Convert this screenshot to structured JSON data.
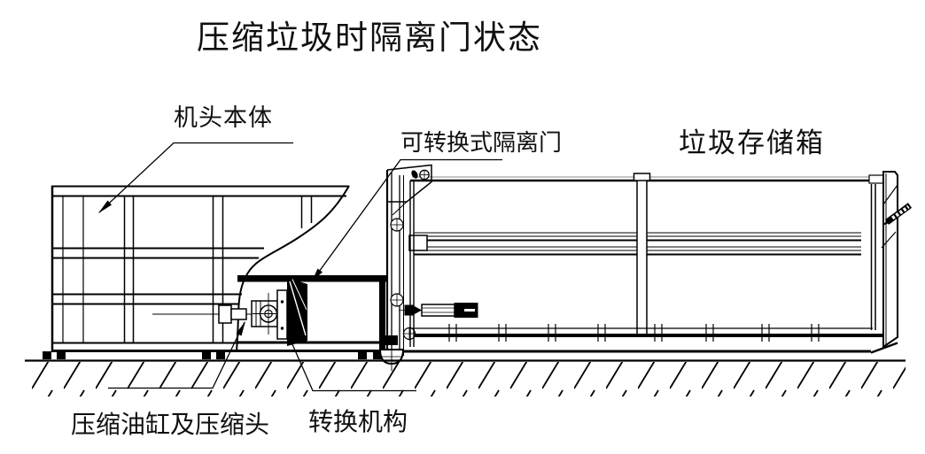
{
  "title": "压缩垃圾时隔离门状态",
  "labels": {
    "machine_head_body": "机头本体",
    "convertible_isolation_door": "可转换式隔离门",
    "garbage_storage_box": "垃圾存储箱",
    "compression_cylinder_and_head": "压缩油缸及压缩头",
    "conversion_mechanism": "转换机构"
  },
  "colors": {
    "line": "#000000",
    "background": "#ffffff"
  }
}
